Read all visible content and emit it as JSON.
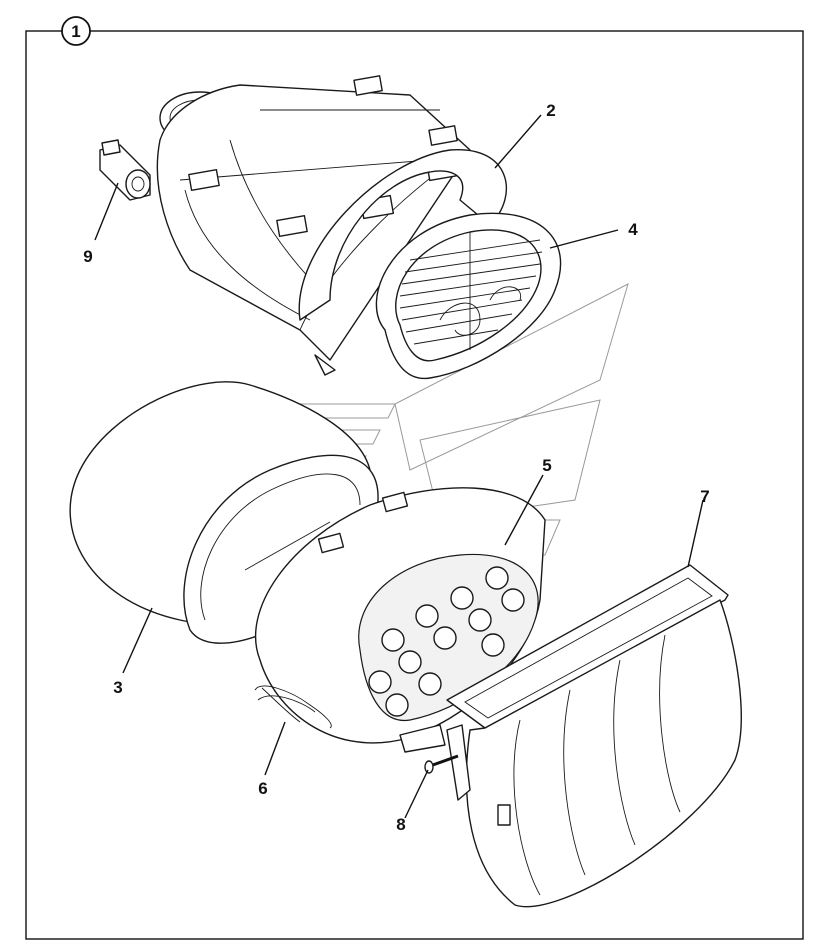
{
  "figure_badge": "1",
  "callouts": {
    "c1": "2",
    "c2": "4",
    "c3": "9",
    "c4": "5",
    "c5": "7",
    "c6": "3",
    "c7": "6",
    "c8": "8"
  }
}
